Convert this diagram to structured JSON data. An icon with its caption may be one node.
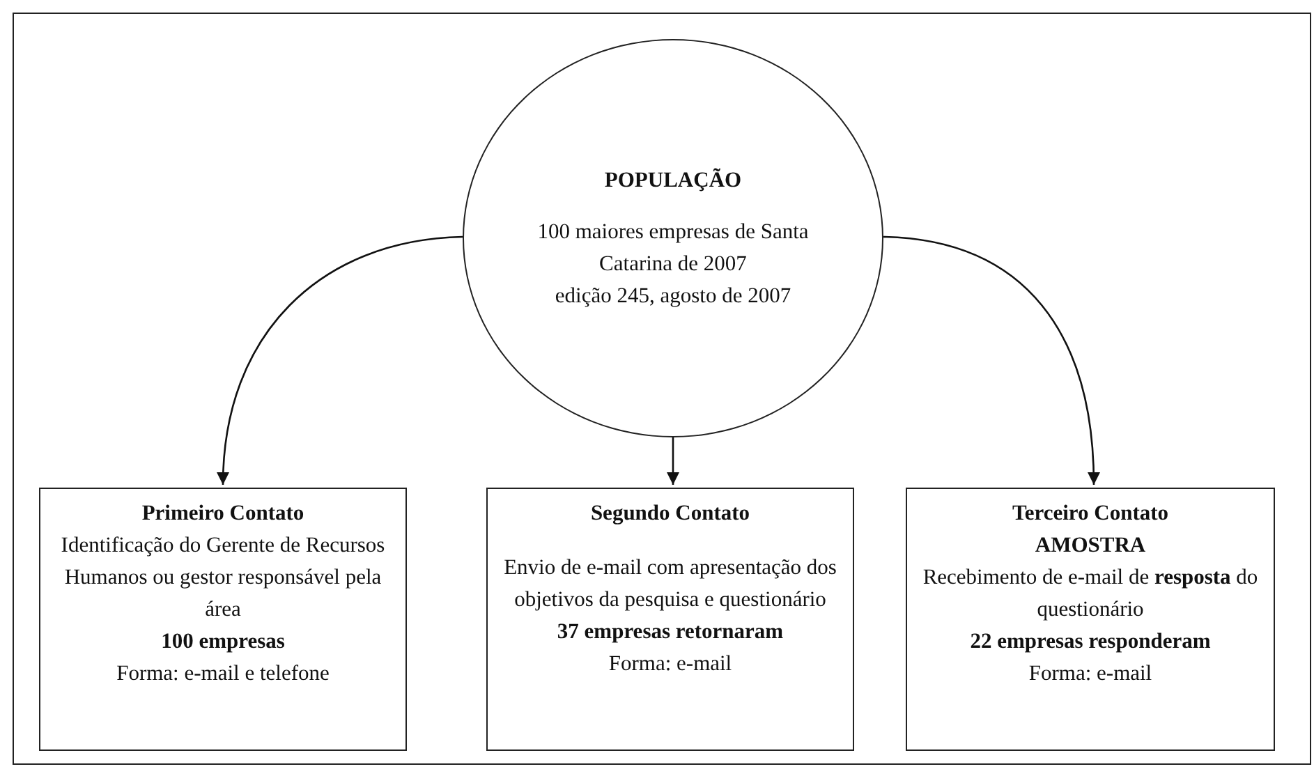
{
  "diagram": {
    "nodes": [
      {
        "text": [
          "POPULAÇÃO",
          "100 maiores empresas de Santa Catarina de 2007",
          "edição 245, agosto de 2007"
        ]
      },
      {
        "text": [
          "Primeiro Contato",
          "Identificação do Gerente de Recursos Humanos ou gestor responsável pela área",
          "**100 empresas**",
          "Forma: e-mail e telefone"
        ]
      },
      {
        "text": [
          "Segundo Contato",
          "Envio de e-mail com apresentação dos objetivos da pesquisa e questionário",
          "**37 empresas retornaram**",
          "Forma: e-mail"
        ]
      },
      {
        "text": [
          "Terceiro Contato",
          "**AMOSTRA**",
          "Recebimento de e-mail de **resposta** do questionário",
          "**22 empresas responderam**",
          "Forma: e-mail"
        ]
      }
    ],
    "edges": [
      {
        "from": 0,
        "to": 1,
        "arrow": "to"
      },
      {
        "from": 0,
        "to": 2,
        "arrow": "to"
      },
      {
        "from": 0,
        "to": 3,
        "arrow": "to"
      }
    ]
  }
}
